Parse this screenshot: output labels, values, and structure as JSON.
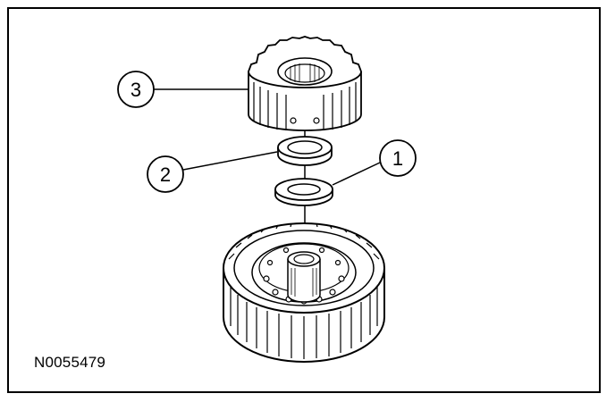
{
  "figure": {
    "id": "N0055479",
    "callouts": [
      {
        "number": "1",
        "part": "bearing-washer-lower"
      },
      {
        "number": "2",
        "part": "bearing-washer-upper"
      },
      {
        "number": "3",
        "part": "sun-gear"
      }
    ],
    "line_color": "#000000",
    "background": "#ffffff"
  }
}
